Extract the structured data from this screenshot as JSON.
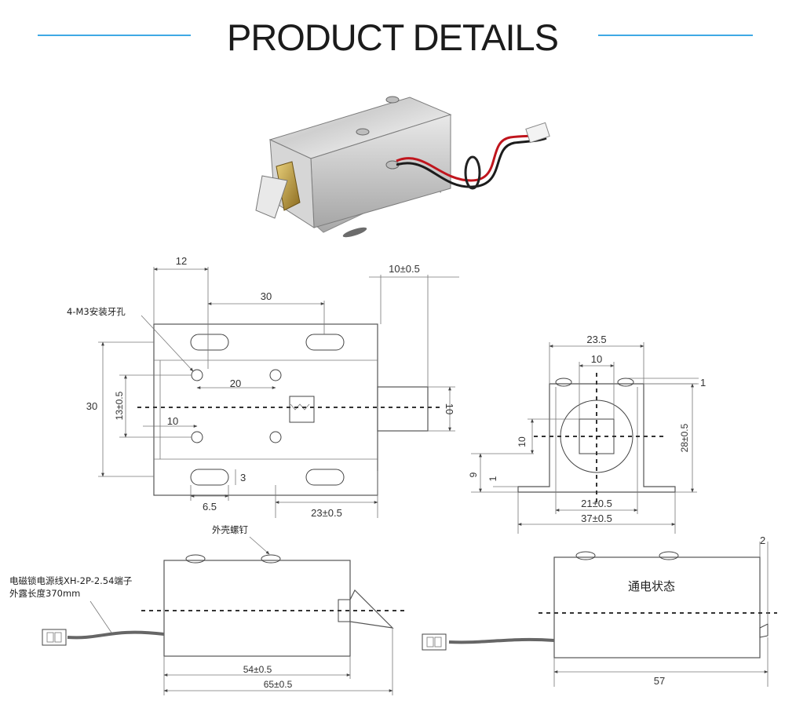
{
  "header": {
    "title": "PRODUCT DETAILS"
  },
  "front_view": {
    "dims": {
      "top_width": "12",
      "hole_pitch": "30",
      "bolt_offset": "10±0.5",
      "hole_label": "4-M3安装牙孔",
      "height": "30",
      "inner_pitch": "13±0.5",
      "hole_spacing_20": "20",
      "hole_offset_10": "10",
      "bolt_height": "10",
      "slot_height": "3",
      "slot_offset": "6.5",
      "slot_pitch": "23±0.5"
    }
  },
  "side_view": {
    "dims": {
      "width_top": "23.5",
      "square": "10",
      "tab": "1",
      "height": "28±0.5",
      "center_height": "10",
      "base_height": "9",
      "base_thickness": "1",
      "inner_width": "21±0.5",
      "outer_width": "37±0.5"
    }
  },
  "bottom_left": {
    "screw_label": "外壳螺钉",
    "wire_label_1": "电磁锁电源线XH-2P-2.54端子",
    "wire_label_2": "外露长度370mm",
    "length_body": "54±0.5",
    "length_total": "65±0.5"
  },
  "bottom_right": {
    "state_label": "通电状态",
    "length": "57",
    "offset": "2"
  }
}
